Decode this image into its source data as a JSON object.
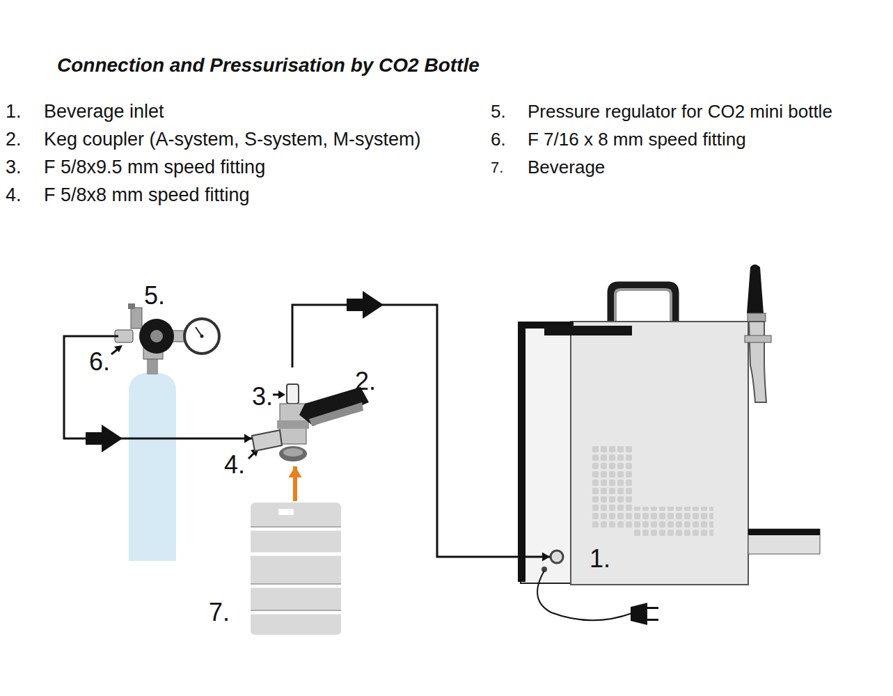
{
  "diagram": {
    "title": "Connection and Pressurisation by CO2 Bottle",
    "nodes": [
      {
        "text": [
          "5."
        ]
      },
      {
        "text": [
          "2."
        ]
      },
      {
        "text": [
          "7."
        ]
      },
      {
        "text": [
          "1."
        ]
      }
    ],
    "edges": [
      {
        "from": 0,
        "to": 1,
        "arrow": "to"
      },
      {
        "from": 2,
        "to": 1,
        "arrow": "to"
      },
      {
        "from": 1,
        "to": 3,
        "arrow": "to"
      }
    ],
    "labels": [
      "1.",
      "Beverage inlet",
      "2.",
      "Keg coupler (A-system, S-system, M-system)",
      "3.",
      "F 5/8x9.5 mm speed fitting",
      "4.",
      "F 5/8x8 mm speed fitting",
      "5.",
      "Pressure regulator for CO2 mini bottle",
      "6.",
      "F 7/16 x 8 mm speed fitting",
      "7.",
      "Beverage",
      "6.",
      "3.",
      "4."
    ]
  }
}
